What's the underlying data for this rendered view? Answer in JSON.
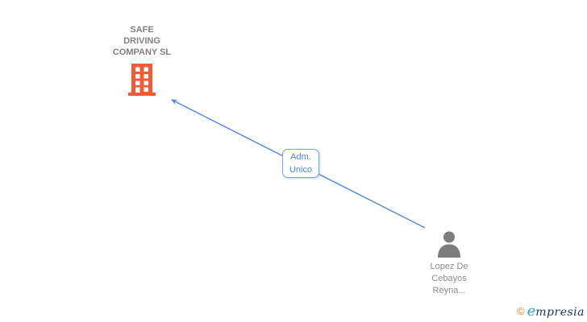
{
  "diagram": {
    "type": "corporate-relationship",
    "company": {
      "name": "SAFE DRIVING COMPANY SL",
      "name_lines": [
        "SAFE",
        "DRIVING",
        "COMPANY SL"
      ],
      "icon": "building-icon",
      "icon_color": "#f45b35",
      "text_color": "#808080"
    },
    "person": {
      "name": "Lopez De Cebayos Reyna...",
      "name_lines": [
        "Lopez De",
        "Cebayos",
        "Reyna..."
      ],
      "icon": "person-icon",
      "icon_color": "#7d7d7d",
      "text_color": "#8c8c8c"
    },
    "edge": {
      "label": "Adm. Unico",
      "from": "person",
      "to": "company",
      "direction": "person-to-company",
      "color": "#4a86e8"
    }
  },
  "watermark": {
    "copyright_symbol": "©",
    "brand_initial": "e",
    "brand_rest": "mpresia",
    "brand_full": "empresia"
  },
  "colors": {
    "background": "#ffffff",
    "edge_blue": "#4a86e8",
    "label_border_blue": "#79a3e8",
    "building_orange": "#f45b35",
    "person_gray": "#7d7d7d",
    "logo_orange": "#f58220",
    "logo_light_blue": "#29a9e0",
    "logo_navy": "#1f3a68"
  }
}
